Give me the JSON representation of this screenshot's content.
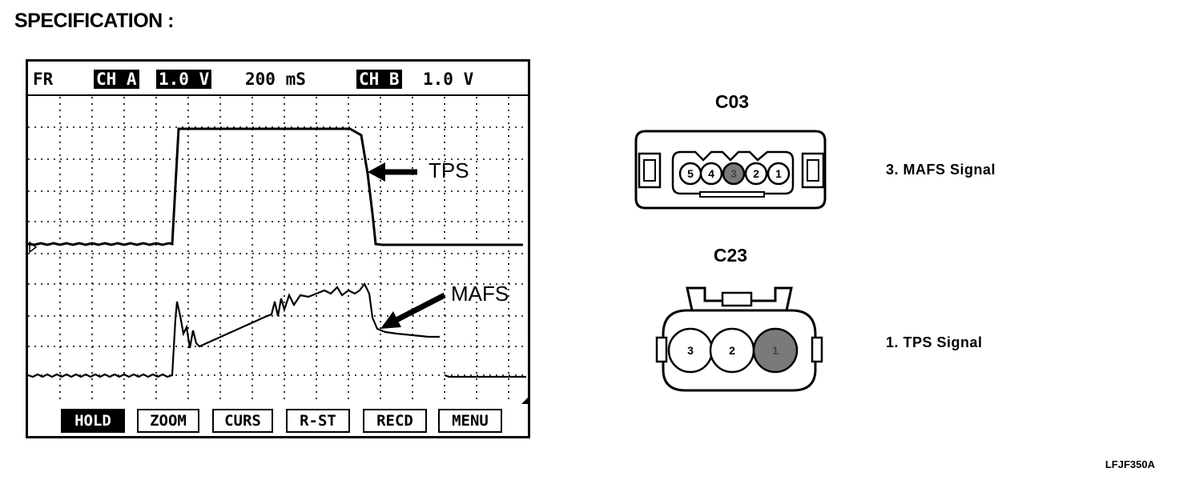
{
  "title": "SPECIFICATION :",
  "scope": {
    "header": {
      "mode": "FR",
      "ch_a_label": "CH A",
      "ch_a_scale": "1.0 V",
      "timebase": "200 mS",
      "ch_b_label": "CH B",
      "ch_b_scale": "1.0 V"
    },
    "traces": [
      {
        "name": "TPS"
      },
      {
        "name": "MAFS"
      }
    ],
    "buttons": [
      {
        "label": "HOLD",
        "active": true
      },
      {
        "label": "ZOOM",
        "active": false
      },
      {
        "label": "CURS",
        "active": false
      },
      {
        "label": "R-ST",
        "active": false
      },
      {
        "label": "RECD",
        "active": false
      },
      {
        "label": "MENU",
        "active": false
      }
    ]
  },
  "connectors": [
    {
      "name": "C03",
      "pins": [
        "5",
        "4",
        "3",
        "2",
        "1"
      ],
      "highlighted_pin": "3",
      "signal": "3. MAFS Signal"
    },
    {
      "name": "C23",
      "pins": [
        "3",
        "2",
        "1"
      ],
      "highlighted_pin": "1",
      "signal": "1. TPS Signal"
    }
  ],
  "figure_code": "LFJF350A"
}
